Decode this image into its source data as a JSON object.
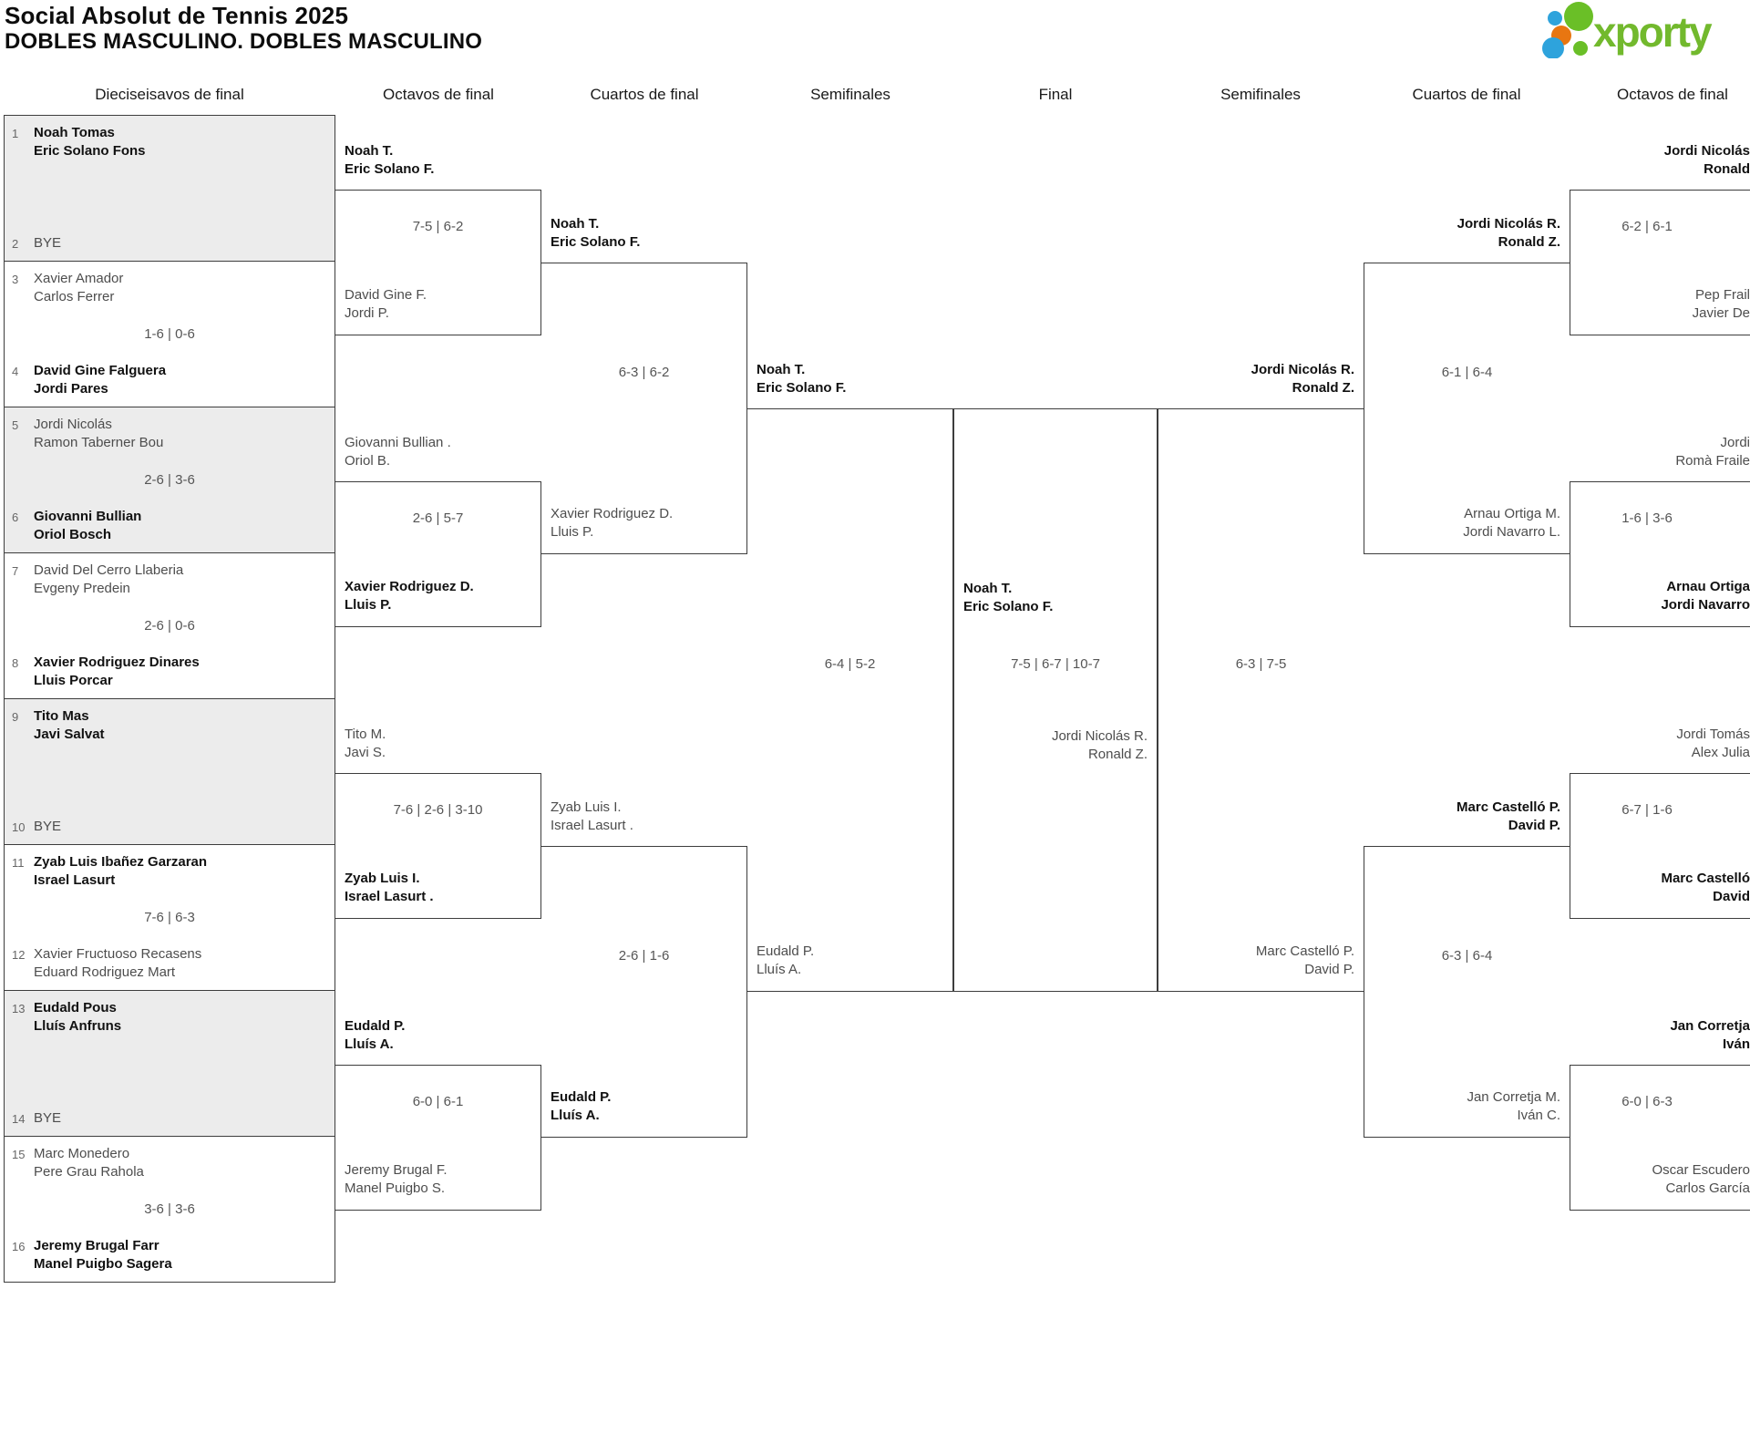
{
  "header": {
    "title": "Social Absolut de Tennis 2025",
    "subtitle": "DOBLES MASCULINO. DOBLES MASCULINO",
    "logo_text": "xporty",
    "logo_colors": {
      "green": "#6abf27",
      "blue": "#2ea3dc",
      "orange": "#e87611",
      "text_green": "#72b92d"
    }
  },
  "rounds": [
    "Dieciseisavos de final",
    "Octavos de final",
    "Cuartos de final",
    "Semifinales",
    "Final",
    "Semifinales",
    "Cuartos de final",
    "Octavos de final"
  ],
  "bracket": {
    "r16": [
      {
        "seed_top": "1",
        "top": [
          "Noah Tomas",
          "Eric Solano Fons"
        ],
        "top_winner": true,
        "seed_bottom": "2",
        "bottom": [
          "BYE",
          ""
        ],
        "bottom_winner": false,
        "score": "",
        "shaded": true
      },
      {
        "seed_top": "3",
        "top": [
          "Xavier Amador",
          "Carlos Ferrer"
        ],
        "top_winner": false,
        "seed_bottom": "4",
        "bottom": [
          "David Gine Falguera",
          "Jordi Pares"
        ],
        "bottom_winner": true,
        "score": "1-6 | 0-6",
        "shaded": false
      },
      {
        "seed_top": "5",
        "top": [
          "Jordi Nicolás",
          "Ramon Taberner Bou"
        ],
        "top_winner": false,
        "seed_bottom": "6",
        "bottom": [
          "Giovanni Bullian",
          "Oriol Bosch"
        ],
        "bottom_winner": true,
        "score": "2-6 | 3-6",
        "shaded": true
      },
      {
        "seed_top": "7",
        "top": [
          "David Del Cerro Llaberia",
          "Evgeny Predein"
        ],
        "top_winner": false,
        "seed_bottom": "8",
        "bottom": [
          "Xavier Rodriguez Dinares",
          "Lluis Porcar"
        ],
        "bottom_winner": true,
        "score": "2-6 | 0-6",
        "shaded": false
      },
      {
        "seed_top": "9",
        "top": [
          "Tito Mas",
          "Javi Salvat"
        ],
        "top_winner": true,
        "seed_bottom": "10",
        "bottom": [
          "BYE",
          ""
        ],
        "bottom_winner": false,
        "score": "",
        "shaded": true
      },
      {
        "seed_top": "11",
        "top": [
          "Zyab Luis Ibañez Garzaran",
          "Israel Lasurt"
        ],
        "top_winner": true,
        "seed_bottom": "12",
        "bottom": [
          "Xavier Fructuoso Recasens",
          "Eduard Rodriguez Mart"
        ],
        "bottom_winner": false,
        "score": "7-6 | 6-3",
        "shaded": false
      },
      {
        "seed_top": "13",
        "top": [
          "Eudald Pous",
          "Lluís Anfruns"
        ],
        "top_winner": true,
        "seed_bottom": "14",
        "bottom": [
          "BYE",
          ""
        ],
        "bottom_winner": false,
        "score": "",
        "shaded": true
      },
      {
        "seed_top": "15",
        "top": [
          "Marc Monedero",
          "Pere Grau Rahola"
        ],
        "top_winner": false,
        "seed_bottom": "16",
        "bottom": [
          "Jeremy Brugal Farr",
          "Manel Puigbo Sagera"
        ],
        "bottom_winner": true,
        "score": "3-6 | 3-6",
        "shaded": false
      }
    ],
    "oct_left": [
      {
        "top": [
          "Noah T.",
          "Eric Solano F."
        ],
        "top_winner": true,
        "bottom": [
          "David Gine F.",
          "Jordi P."
        ],
        "bottom_winner": false,
        "score": "7-5 | 6-2"
      },
      {
        "top": [
          "Giovanni Bullian .",
          "Oriol B."
        ],
        "top_winner": false,
        "bottom": [
          "Xavier Rodriguez D.",
          "Lluis P."
        ],
        "bottom_winner": true,
        "score": "2-6 | 5-7"
      },
      {
        "top": [
          "Tito M.",
          "Javi S."
        ],
        "top_winner": false,
        "bottom": [
          "Zyab Luis I.",
          "Israel Lasurt ."
        ],
        "bottom_winner": true,
        "score": "7-6 | 2-6 | 3-10"
      },
      {
        "top": [
          "Eudald P.",
          "Lluís A."
        ],
        "top_winner": true,
        "bottom": [
          "Jeremy Brugal F.",
          "Manel Puigbo S."
        ],
        "bottom_winner": false,
        "score": "6-0 | 6-1"
      }
    ],
    "qf_left": [
      {
        "top": [
          "Noah T.",
          "Eric Solano F."
        ],
        "top_winner": true,
        "bottom": [
          "Xavier Rodriguez D.",
          "Lluis P."
        ],
        "bottom_winner": false,
        "score": "6-3 | 6-2"
      },
      {
        "top": [
          "Zyab Luis I.",
          "Israel Lasurt ."
        ],
        "top_winner": false,
        "bottom": [
          "Eudald P.",
          "Lluís A."
        ],
        "bottom_winner": true,
        "score": "2-6 | 1-6"
      }
    ],
    "sf_left": {
      "top": [
        "Noah T.",
        "Eric Solano F."
      ],
      "top_winner": true,
      "bottom": [
        "Eudald P.",
        "Lluís A."
      ],
      "bottom_winner": false,
      "score": "6-4 | 5-2"
    },
    "final": {
      "winner": [
        "Noah T.",
        "Eric Solano F."
      ],
      "runner_up": [
        "Jordi Nicolás R.",
        "Ronald Z."
      ],
      "score": "7-5 | 6-7 | 10-7"
    },
    "sf_right": {
      "top": [
        "Jordi Nicolás R.",
        "Ronald Z."
      ],
      "top_winner": true,
      "bottom": [
        "Marc Castelló P.",
        "David P."
      ],
      "bottom_winner": false,
      "score": "6-3 | 7-5"
    },
    "qf_right": [
      {
        "top": [
          "Jordi Nicolás R.",
          "Ronald Z."
        ],
        "top_winner": true,
        "bottom": [
          "Arnau Ortiga M.",
          "Jordi Navarro L."
        ],
        "bottom_winner": false,
        "score": "6-1 | 6-4"
      },
      {
        "top": [
          "Marc Castelló P.",
          "David P."
        ],
        "top_winner": true,
        "bottom": [
          "Jan Corretja M.",
          "Iván C."
        ],
        "bottom_winner": false,
        "score": "6-3 | 6-4"
      }
    ],
    "oct_right": [
      {
        "top": [
          "Jordi Nicolás",
          "Ronald"
        ],
        "top_winner": true,
        "bottom": [
          "Pep Frail",
          "Javier De"
        ],
        "bottom_winner": false,
        "score": "6-2 | 6-1"
      },
      {
        "top": [
          "Jordi",
          "Romà Fraile"
        ],
        "top_winner": false,
        "bottom": [
          "Arnau Ortiga",
          "Jordi Navarro"
        ],
        "bottom_winner": true,
        "score": "1-6 | 3-6"
      },
      {
        "top": [
          "Jordi Tomás",
          "Alex Julia"
        ],
        "top_winner": false,
        "bottom": [
          "Marc Castelló",
          "David"
        ],
        "bottom_winner": true,
        "score": "6-7 | 1-6"
      },
      {
        "top": [
          "Jan Corretja",
          "Iván"
        ],
        "top_winner": true,
        "bottom": [
          "Oscar Escudero",
          "Carlos García"
        ],
        "bottom_winner": false,
        "score": "6-0 | 6-3"
      }
    ]
  }
}
